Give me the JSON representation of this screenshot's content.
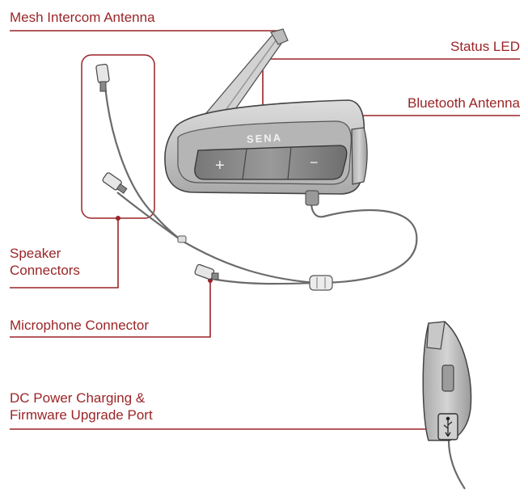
{
  "accent_color": "#9b2427",
  "device": {
    "brand_mark": "SENA",
    "plus_symbol": "+",
    "minus_symbol": "−"
  },
  "callouts": {
    "mesh_antenna": "Mesh Intercom Antenna",
    "status_led": "Status LED",
    "bluetooth_antenna": "Bluetooth Antenna",
    "speaker_line1": "Speaker",
    "speaker_line2": "Connectors",
    "microphone": "Microphone Connector",
    "dc_line1": "DC Power Charging &",
    "dc_line2": "Firmware Upgrade Port"
  },
  "icons": {
    "usb": "usb-icon"
  }
}
